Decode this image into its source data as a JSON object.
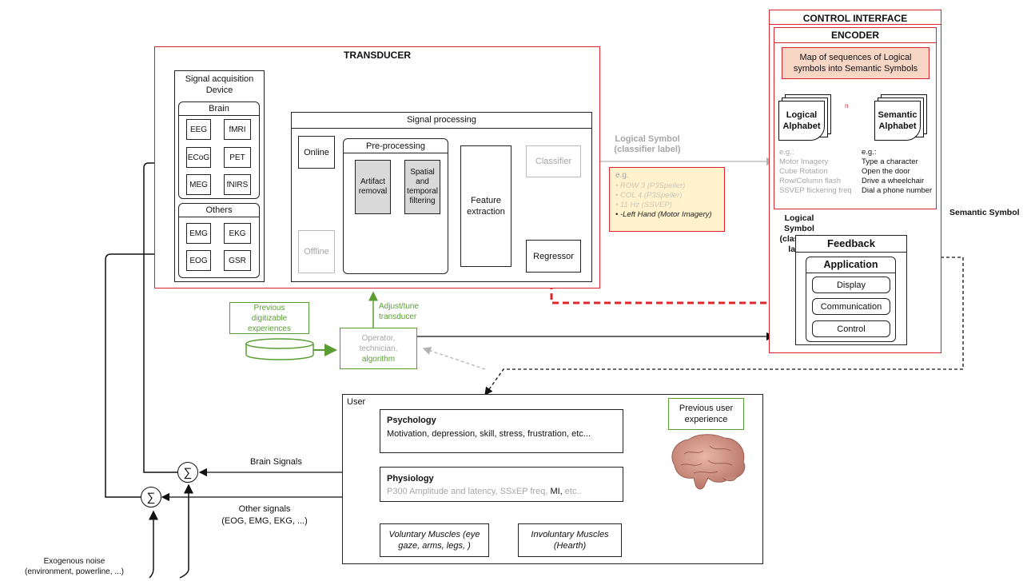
{
  "transducer": {
    "title": "TRANSDUCER",
    "acquisition_title": "Signal acquisition Device",
    "brain_title": "Brain",
    "brain_items": [
      "EEG",
      "fMRI",
      "ECoG",
      "PET",
      "MEG",
      "fNIRS"
    ],
    "others_title": "Others",
    "others_items": [
      "EMG",
      "EKG",
      "EOG",
      "GSR"
    ],
    "processing_title": "Signal processing",
    "online": "Online",
    "offline": "Offline",
    "preprocessing_title": "Pre-processing",
    "artifact": "Artifact removal",
    "spatial": "Spatial and temporal filtering",
    "feature": "Feature extraction",
    "classifier": "Classifier",
    "regressor": "Regressor"
  },
  "logical_symbol_label": "Logical Symbol (classifier label)",
  "examples_box": {
    "eg": "e.g.",
    "items": [
      "ROW 3 (P3Speller)",
      "COL 4 (P3Speller)",
      "11 Hz (SSVEP)",
      "-Left Hand (Motor Imagery)"
    ]
  },
  "control_interface": {
    "title": "CONTROL INTERFACE",
    "encoder_title": "ENCODER",
    "map_text": "Map of sequences of Logical symbols into Semantic Symbols",
    "logical_alphabet": "Logical Alphabet",
    "semantic_alphabet": "Semantic Alphabet",
    "n_label": "n",
    "logical_eg": "e.g.:",
    "logical_examples": [
      "Motor Imagery",
      "Cube Rotation",
      "Row/Column flash",
      "SSVEP flickering freq"
    ],
    "semantic_eg": "e.g.:",
    "semantic_examples": [
      "Type a character",
      "Open the door",
      "Drive a wheelchair",
      "Dial a phone number"
    ],
    "logical_symbol_label": "Logical Symbol (classifier label)",
    "semantic_symbol_label": "Semantic Symbol",
    "feedback_title": "Feedback",
    "application_title": "Application",
    "application_items": [
      "Display",
      "Communication",
      "Control"
    ]
  },
  "operator": {
    "previous_experiences": "Previous digitizable experiences",
    "adjust_label": "Adjust/tune transducer",
    "operator_text": "Operator, technician,",
    "algorithm_text": "algorithm"
  },
  "user": {
    "title": "User",
    "psychology_title": "Psychology",
    "psychology_text": "Motivation, depression, skill, stress, frustration, etc...",
    "physiology_title": "Physiology",
    "physiology_text": "P300 Amplitude and latency, SSxEP freq,",
    "physiology_mi": "MI,",
    "physiology_etc": "etc..",
    "voluntary": "Voluntary Muscles (eye gaze, arms, legs, )",
    "involuntary": "Involuntary Muscles (Hearth)",
    "previous_user_experience": "Previous user experience"
  },
  "signals": {
    "brain_signals": "Brain Signals",
    "other_signals": "Other signals",
    "other_signals_list": "(EOG, EMG, EKG, ...)",
    "sum_symbol": "∑",
    "noise_title": "Exogenous noise",
    "noise_list": "(environment, powerline, ...)"
  },
  "colors": {
    "red": "#d9262c",
    "green": "#5a9e33",
    "grey": "#a6a6a6",
    "blue": "#4a90d9",
    "encoder_fill": "#f8d6c6",
    "examples_fill": "#fff2cc"
  }
}
